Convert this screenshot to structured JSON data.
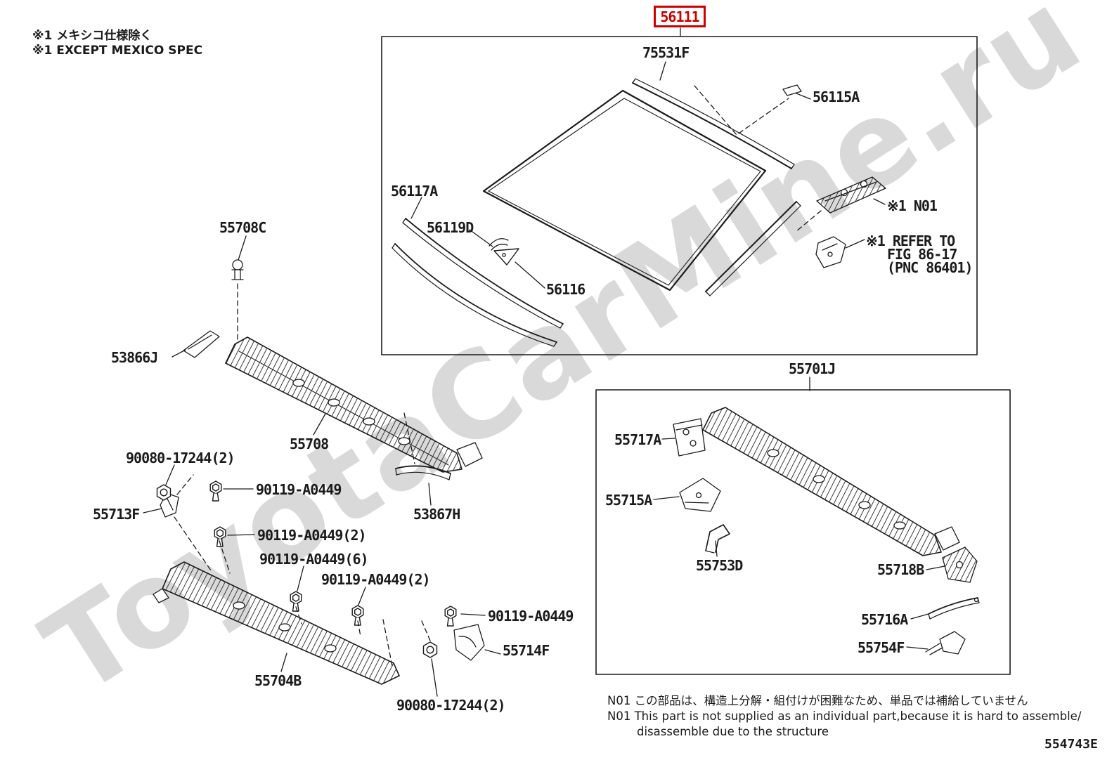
{
  "page": {
    "drawing_code": "554743E",
    "watermark": "ToyotaCarMine.ru",
    "colors": {
      "highlight": "#cc0000",
      "line": "#1b1b1b",
      "watermark": "#d9d9d9"
    }
  },
  "header_note": {
    "jp": "※1 メキシコ仕様除く",
    "en": "※1 EXCEPT MEXICO SPEC"
  },
  "highlighted_part": {
    "number": "56111"
  },
  "windshield_group": {
    "p75531F": "75531F",
    "p56115A": "56115A",
    "p56117A": "56117A",
    "p56119D": "56119D",
    "p56116": "56116",
    "note_n01": "※1 N01",
    "refer1": "※1 REFER TO",
    "refer2": "FIG 86-17",
    "refer3": "(PNC 86401)"
  },
  "cowl_left": {
    "p55708C": "55708C",
    "p53866J": "53866J",
    "p55708": "55708",
    "p90080_17244_top": "90080-17244(2)",
    "p90119_A0449_1": "90119-A0449",
    "p55713F": "55713F",
    "p53867H": "53867H",
    "p90119_A0449_2": "90119-A0449(2)",
    "p90119_A0449_6": "90119-A0449(6)",
    "p90119_A0449_2b": "90119-A0449(2)",
    "p90119_A0449_one": "90119-A0449",
    "p55714F": "55714F",
    "p55704B": "55704B",
    "p90080_17244_bottom": "90080-17244(2)"
  },
  "cowl_right": {
    "p55701J": "55701J",
    "p55717A": "55717A",
    "p55715A": "55715A",
    "p55753D": "55753D",
    "p55718B": "55718B",
    "p55716A": "55716A",
    "p55754F": "55754F"
  },
  "footnotes": {
    "jp": "N01 この部品は、構造上分解・組付けが困難なため、単品では補給していません",
    "en1": "N01 This part is not supplied as an individual part,because it is hard to assemble/",
    "en2": "disassemble due to the structure"
  }
}
